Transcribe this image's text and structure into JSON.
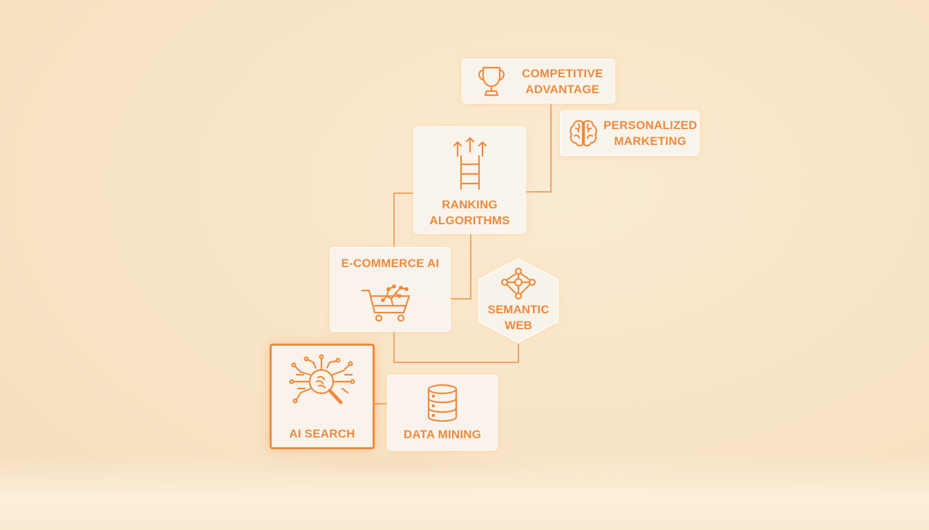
{
  "accent_color": "#ef8a3c",
  "background_color": "#f8e4c6",
  "nodes": {
    "competitive_advantage": {
      "label_line1": "COMPETITIVE",
      "label_line2": "ADVANTAGE",
      "icon": "trophy-icon"
    },
    "personalized_marketing": {
      "label_line1": "PERSONALIZED",
      "label_line2": "MARKETING",
      "icon": "brain-icon"
    },
    "ranking_algorithms": {
      "label_line1": "RANKING",
      "label_line2": "ALGORITHMS",
      "icon": "ladder-arrows-icon"
    },
    "ecommerce_ai": {
      "label": "E-COMMERCE AI",
      "icon": "shopping-cart-icon"
    },
    "semantic_web": {
      "label_line1": "SEMANTIC",
      "label_line2": "WEB",
      "icon": "network-icon"
    },
    "ai_search": {
      "label": "AI SEARCH",
      "icon": "magnifier-circuit-icon"
    },
    "data_mining": {
      "label": "DATA MINING",
      "icon": "database-icon"
    }
  },
  "connections": [
    [
      "ai_search",
      "data_mining"
    ],
    [
      "ecommerce_ai",
      "semantic_web"
    ],
    [
      "ecommerce_ai",
      "ranking_algorithms"
    ],
    [
      "ranking_algorithms",
      "competitive_advantage"
    ]
  ]
}
